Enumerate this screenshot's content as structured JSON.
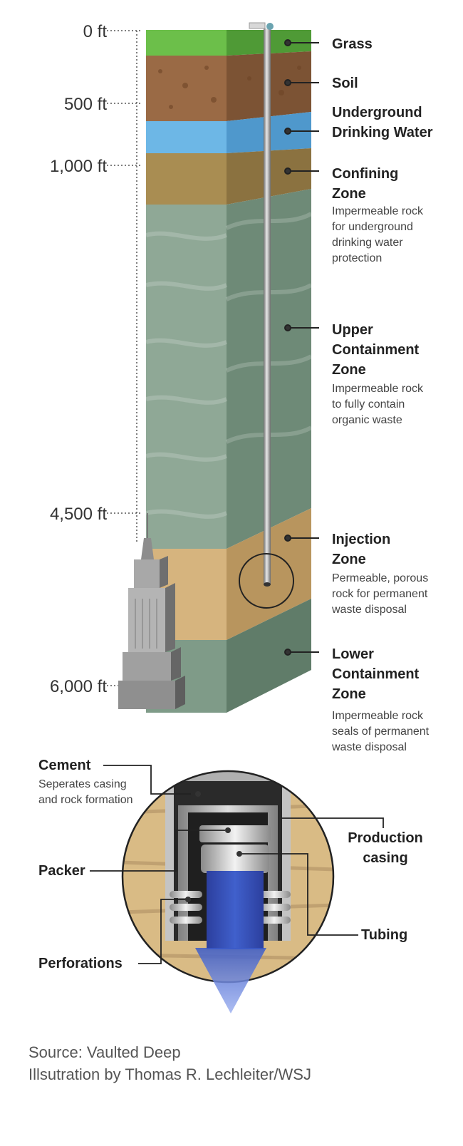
{
  "depth_markers": [
    "0 ft",
    "500 ft",
    "1,000 ft",
    "4,500 ft",
    "6,000 ft"
  ],
  "layers": [
    {
      "key": "grass",
      "name": "Grass",
      "description": ""
    },
    {
      "key": "soil",
      "name": "Soil",
      "description": ""
    },
    {
      "key": "water",
      "name": "Underground Drinking Water",
      "description": ""
    },
    {
      "key": "confining",
      "name": "Confining Zone",
      "description": "Impermeable rock for underground drinking water protection"
    },
    {
      "key": "upper",
      "name": "Upper Containment Zone",
      "description": "Impermeable rock to fully contain organic waste"
    },
    {
      "key": "injection",
      "name": "Injection Zone",
      "description": "Permeable, porous rock for permanent waste disposal"
    },
    {
      "key": "lower",
      "name": "Lower Containment Zone",
      "description": "Impermeable rock seals of permanent waste disposal"
    }
  ],
  "detail": {
    "cement": {
      "name": "Cement",
      "description": "Seperates casing and rock formation"
    },
    "packer": {
      "name": "Packer"
    },
    "perforations": {
      "name": "Perforations"
    },
    "production_casing": {
      "name": "Production casing"
    },
    "tubing": {
      "name": "Tubing"
    }
  },
  "footer": {
    "source": "Source: Vaulted Deep",
    "credit": "Illsutration by Thomas R. Lechleiter/WSJ"
  },
  "colors": {
    "grass": "#6cbf4a",
    "soil": "#9a6a45",
    "water": "#6db7e6",
    "confining": "#a98d52",
    "upper": "#8fa896",
    "injection": "#d6b47e",
    "lower": "#7f9b88",
    "tubing_fluid": "#2a49b5"
  }
}
